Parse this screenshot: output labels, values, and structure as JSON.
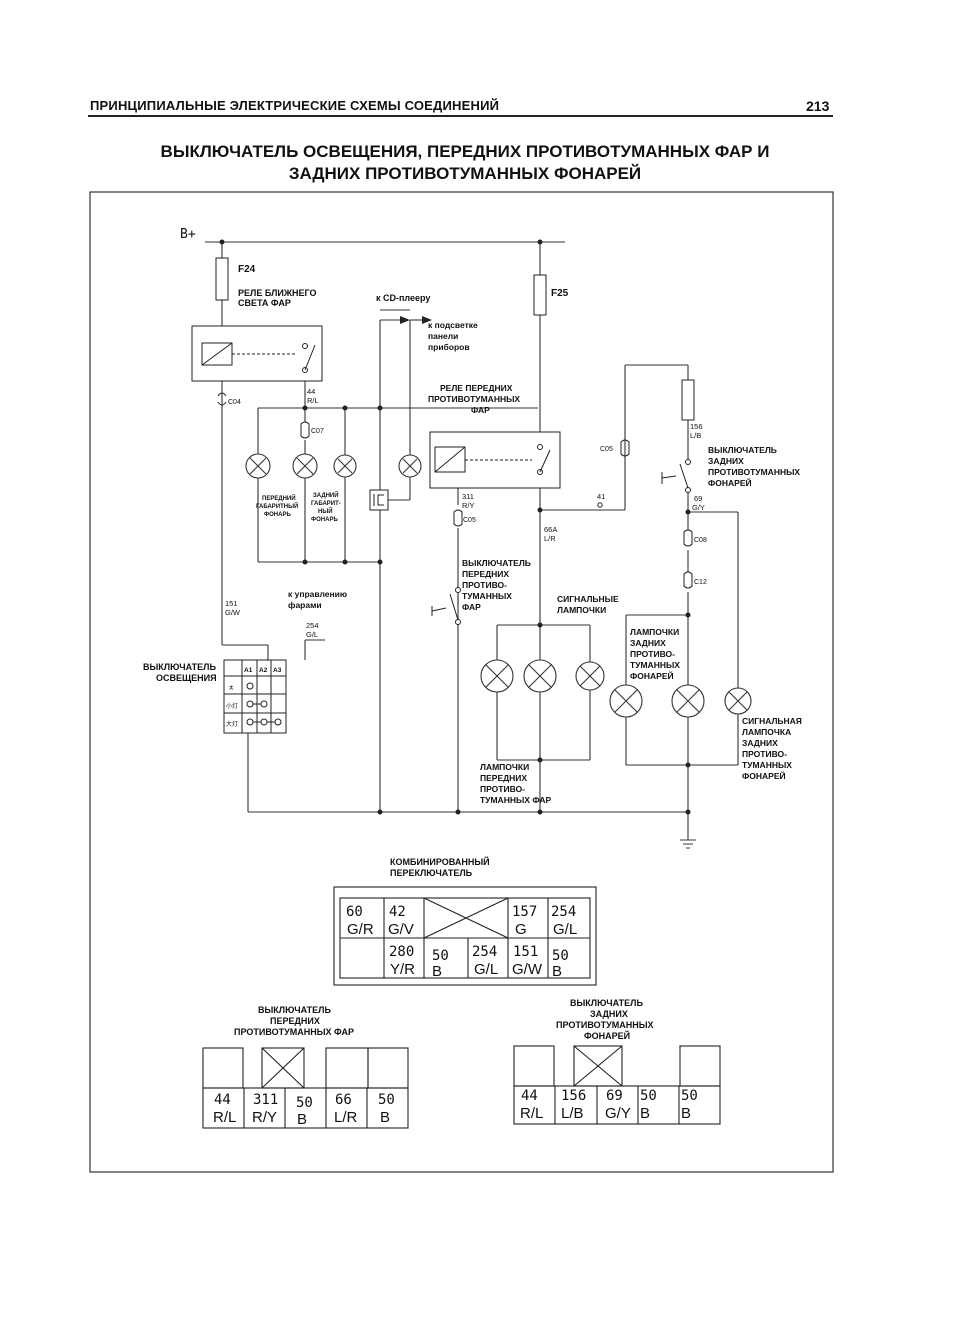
{
  "header": {
    "section_title": "ПРИНЦИПИАЛЬНЫЕ ЭЛЕКТРИЧЕСКИЕ  СХЕМЫ СОЕДИНЕНИЙ",
    "page_number": "213"
  },
  "title": {
    "line1": "ВЫКЛЮЧАТЕЛЬ ОСВЕЩЕНИЯ, ПЕРЕДНИХ ПРОТИВОТУМАННЫХ ФАР И",
    "line2": "ЗАДНИХ ПРОТИВОТУМАННЫХ ФОНАРЕЙ"
  },
  "schematic": {
    "supply": "B+",
    "fuse_f24": "F24",
    "fuse_f25": "F25",
    "relay_low_beam": [
      "РЕЛЕ БЛИЖНЕГО",
      "СВЕТА ФАР"
    ],
    "to_cd_player": "к CD-плееру",
    "to_panel_lighting": [
      "к подсветке",
      "панели",
      "приборов"
    ],
    "relay_front_fog": [
      "РЕЛЕ ПЕРЕДНИХ",
      "ПРОТИВОТУМАННЫХ",
      "ФАР"
    ],
    "front_parking_lamp": [
      "ПЕРЕДНИЙ",
      "ГАБАРИТНЫЙ",
      "ФОНАРЬ"
    ],
    "rear_parking_lamp": [
      "ЗАДНИЙ",
      "ГАБАРИТ-",
      "НЫЙ",
      "ФОНАРЬ"
    ],
    "front_fog_switch": [
      "ВЫКЛЮЧАТЕЛЬ",
      "ПЕРЕДНИХ",
      "ПРОТИВО-",
      "ТУМАННЫХ",
      "ФАР"
    ],
    "rear_fog_switch": [
      "ВЫКЛЮЧАТЕЛЬ",
      "ЗАДНИХ",
      "ПРОТИВОТУМАННЫХ",
      "ФОНАРЕЙ"
    ],
    "indicator_lamps": [
      "СИГНАЛЬНЫЕ",
      "ЛАМПОЧКИ"
    ],
    "to_headlamp_control": [
      "к управлению",
      "фарами"
    ],
    "light_switch": [
      "ВЫКЛЮЧАТЕЛЬ",
      "ОСВЕЩЕНИЯ"
    ],
    "front_fog_lamps": [
      "ЛАМПОЧКИ",
      "ПЕРЕДНИХ",
      "ПРОТИВО-",
      "ТУМАННЫХ ФАР"
    ],
    "rear_fog_lamps": [
      "ЛАМПОЧКИ",
      "ЗАДНИХ",
      "ПРОТИВО-",
      "ТУМАННЫХ",
      "ФОНАРЕЙ"
    ],
    "rear_fog_indicator": [
      "СИГНАЛЬНАЯ",
      "ЛАМПОЧКА",
      "ЗАДНИХ",
      "ПРОТИВО-",
      "ТУМАННЫХ",
      "ФОНАРЕЙ"
    ],
    "connectors": [
      "C04",
      "C07",
      "C05",
      "C05",
      "C08",
      "C12"
    ],
    "wires": [
      {
        "num": "44",
        "color": "R/L"
      },
      {
        "num": "311",
        "color": "R/Y"
      },
      {
        "num": "156",
        "color": "L/B"
      },
      {
        "num": "69",
        "color": "G/Y"
      },
      {
        "num": "41",
        "color": ""
      },
      {
        "num": "66A",
        "color": "L/R"
      },
      {
        "num": "151",
        "color": "G/W"
      },
      {
        "num": "254",
        "color": "G/L"
      }
    ],
    "switch_table": {
      "headers": [
        "A1",
        "A2",
        "A3"
      ],
      "row_symbols": [
        "ㅊ",
        "小灯",
        "大灯"
      ]
    }
  },
  "combined_switch": {
    "label": [
      "КОМБИНИРОВАННЫЙ",
      "ПЕРЕКЛЮЧАТЕЛЬ"
    ],
    "top_row": [
      {
        "num": "60",
        "color": "G/R"
      },
      {
        "num": "42",
        "color": "G/V"
      },
      {
        "num": "157",
        "color": "G"
      },
      {
        "num": "254",
        "color": "G/L"
      }
    ],
    "bottom_row": [
      {
        "num": "280",
        "color": "Y/R"
      },
      {
        "num": "50",
        "color": "B"
      },
      {
        "num": "254",
        "color": "G/L"
      },
      {
        "num": "151",
        "color": "G/W"
      },
      {
        "num": "50",
        "color": "B"
      }
    ]
  },
  "front_fog_switch_connector": {
    "label": [
      "ВЫКЛЮЧАТЕЛЬ",
      "ПЕРЕДНИХ",
      "ПРОТИВОТУМАННЫХ ФАР"
    ],
    "pins": [
      {
        "num": "44",
        "color": "R/L"
      },
      {
        "num": "311",
        "color": "R/Y"
      },
      {
        "num": "50",
        "color": "B"
      },
      {
        "num": "66",
        "color": "L/R"
      },
      {
        "num": "50",
        "color": "B"
      }
    ]
  },
  "rear_fog_switch_connector": {
    "label": [
      "ВЫКЛЮЧАТЕЛЬ",
      "ЗАДНИХ",
      "ПРОТИВОТУМАННЫХ",
      "ФОНАРЕЙ"
    ],
    "pins": [
      {
        "num": "44",
        "color": "R/L"
      },
      {
        "num": "156",
        "color": "L/B"
      },
      {
        "num": "69",
        "color": "G/Y"
      },
      {
        "num": "50",
        "color": "B"
      },
      {
        "num": "50",
        "color": "B"
      }
    ]
  }
}
